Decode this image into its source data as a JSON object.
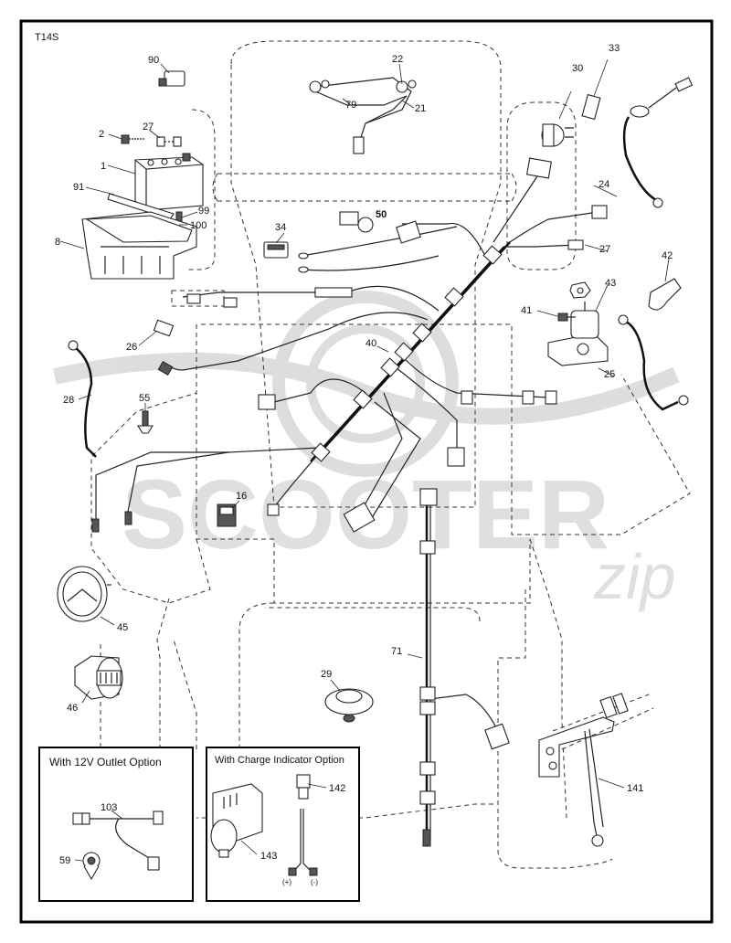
{
  "diagram": {
    "code": "T14S",
    "watermark": {
      "text": "SCOOTER",
      "suffix": "zip"
    },
    "boxes": {
      "outlet": {
        "title": "With 12V Outlet Option"
      },
      "charge": {
        "title": "With Charge Indicator Option",
        "plus": "(+)",
        "minus": "(-)"
      }
    },
    "callouts": {
      "c90": "90",
      "c2": "2",
      "c27a": "27",
      "c1": "1",
      "c91": "91",
      "c99": "99",
      "c100": "100",
      "c8": "8",
      "c22": "22",
      "c79": "79",
      "c21": "21",
      "c50": "50",
      "c34": "34",
      "c30": "30",
      "c33": "33",
      "c24": "24",
      "c27b": "27",
      "c42": "42",
      "c43": "43",
      "c41": "41",
      "c25": "25",
      "c26": "26",
      "c40": "40",
      "c28": "28",
      "c55": "55",
      "c16": "16",
      "c45": "45",
      "c46": "46",
      "c71": "71",
      "c29": "29",
      "c141": "141",
      "c103": "103",
      "c59": "59",
      "c142": "142",
      "c143": "143"
    }
  }
}
